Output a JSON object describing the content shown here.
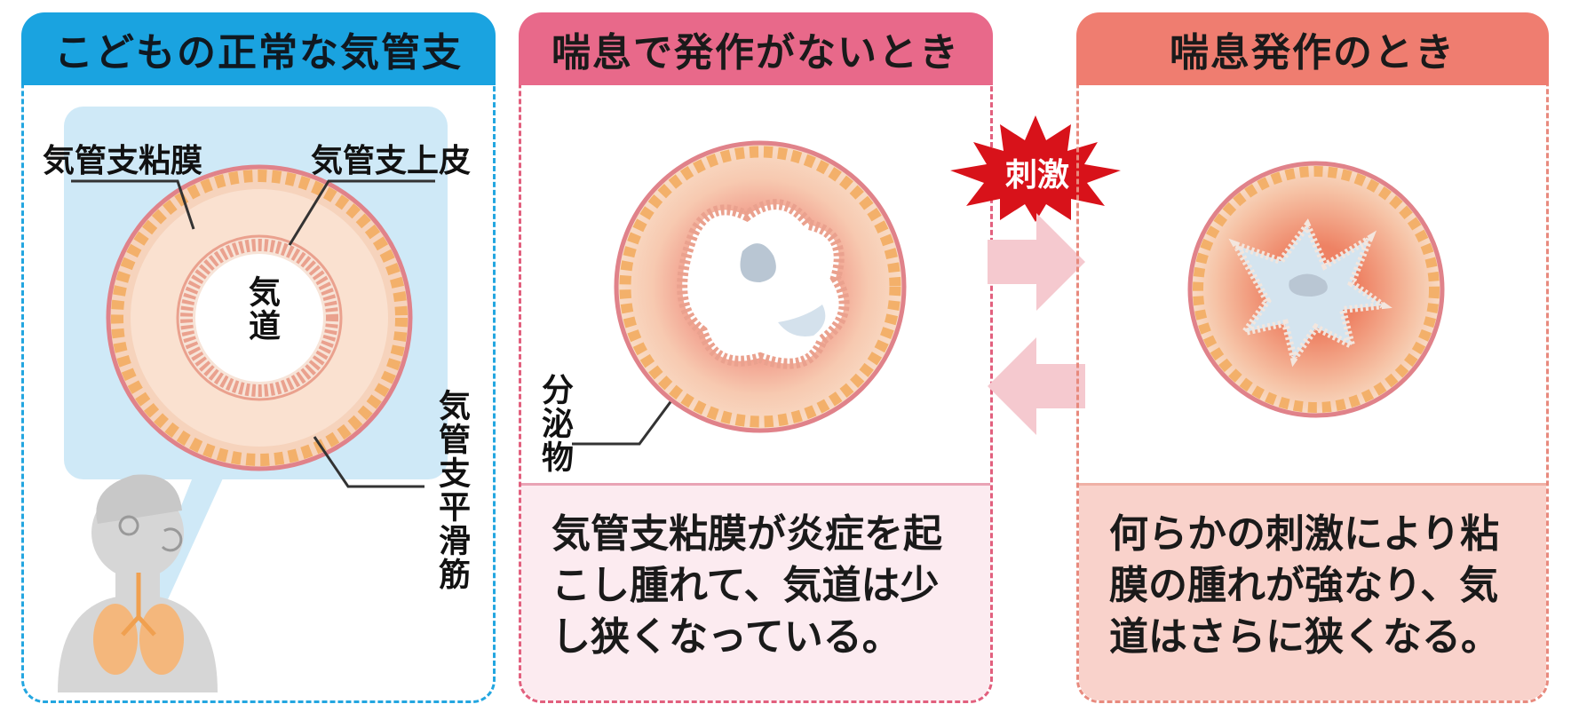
{
  "panels": {
    "normal": {
      "title": "こどもの正常な気管支",
      "labels": {
        "mucosa": "気管支粘膜",
        "epithelium": "気管支上皮",
        "airway": "気道",
        "smooth_muscle": "気管支平滑筋"
      }
    },
    "no_attack": {
      "title": "喘息で発作がないとき",
      "labels": {
        "secretion": "分泌物"
      },
      "description": "気管支粘膜が炎症を起こし腫れて、気道は少し狭くなっている。"
    },
    "attack": {
      "title": "喘息発作のとき",
      "description": "何らかの刺激により粘膜の腫れが強なり、気道はさらに狭くなる。"
    }
  },
  "stimulus": {
    "label": "刺激"
  },
  "colors": {
    "blue_header": "#1aa3e0",
    "pink_header": "#e8698a",
    "salmon_header": "#ef7d70",
    "mucosa": "#f9d6c2",
    "muscle": "#f2a95a",
    "burst": "#d8121a"
  }
}
